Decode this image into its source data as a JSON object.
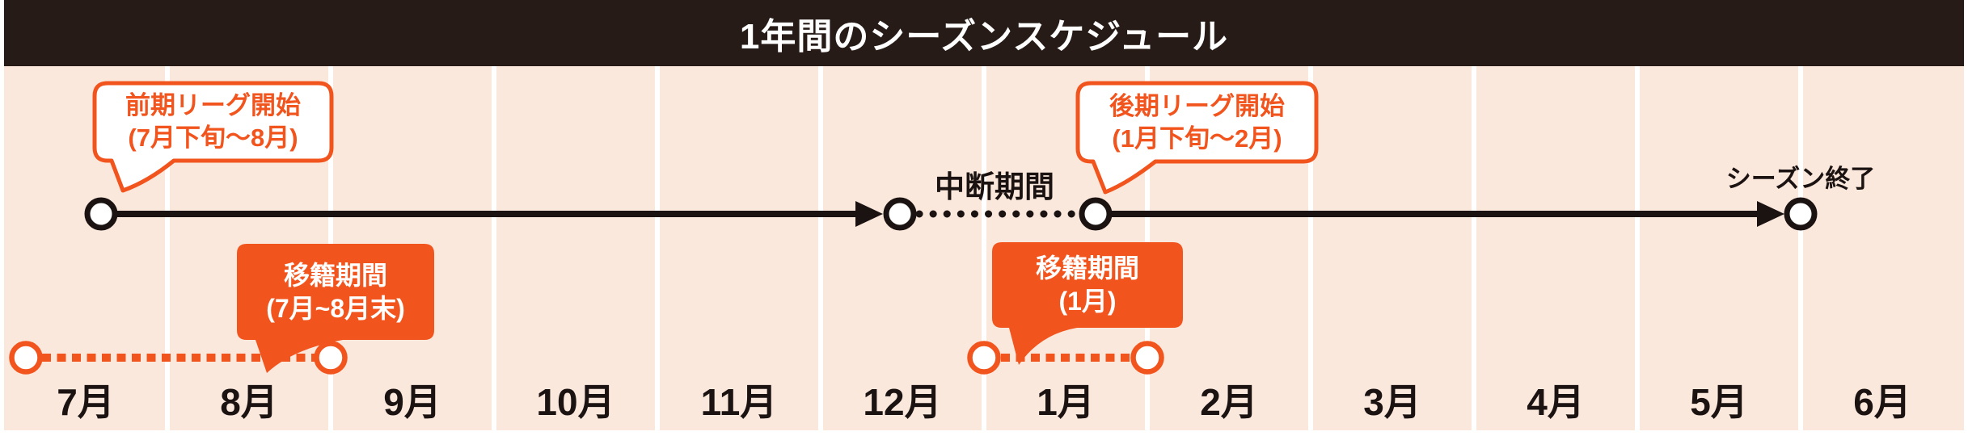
{
  "title": "1年間のシーズンスケジュール",
  "colors": {
    "accent_orange": "#f2541e",
    "header_bg": "#261b16",
    "body_bg": "#fbe8dc",
    "line_black": "#1b1311",
    "gridline_white": "#ffffff"
  },
  "months": [
    "7月",
    "8月",
    "9月",
    "10月",
    "11月",
    "12月",
    "1月",
    "2月",
    "3月",
    "4月",
    "5月",
    "6月"
  ],
  "annotations": {
    "break_period": "中断期間",
    "season_end": "シーズン終了"
  },
  "bubbles": {
    "first_league": {
      "line1": "前期リーグ開始",
      "line2": "(7月下旬〜8月)"
    },
    "second_league": {
      "line1": "後期リーグ開始",
      "line2": "(1月下旬〜2月)"
    },
    "transfer_summer": {
      "line1": "移籍期間",
      "line2": "(7月~8月末)"
    },
    "transfer_winter": {
      "line1": "移籍期間",
      "line2": "(1月)"
    }
  },
  "timeline_periods": [
    {
      "name": "前期リーグ",
      "start": "7月下旬",
      "end": "12月中旬",
      "style": "solid-arrow"
    },
    {
      "name": "中断期間",
      "start": "12月中旬",
      "end": "1月下旬",
      "style": "dotted"
    },
    {
      "name": "後期リーグ",
      "start": "1月下旬",
      "end": "5月末",
      "style": "solid-arrow"
    },
    {
      "name": "移籍期間(夏)",
      "start": "7月",
      "end": "8月末",
      "style": "orange-dotted"
    },
    {
      "name": "移籍期間(冬)",
      "start": "1月",
      "end": "1月末",
      "style": "orange-dotted"
    }
  ]
}
